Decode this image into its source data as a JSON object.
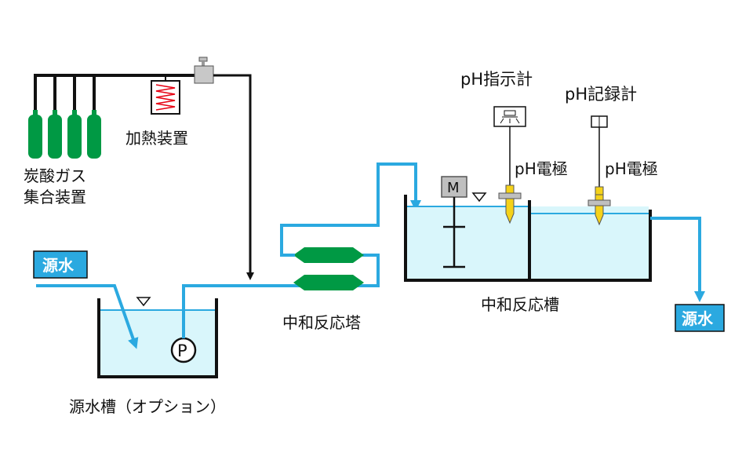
{
  "labels": {
    "co2_unit_line1": "炭酸ガス",
    "co2_unit_line2": "集合装置",
    "heater": "加熱装置",
    "source_water_in": "源水",
    "source_tank": "源水槽（オプション）",
    "pump_symbol": "P",
    "neutralizing_tower": "中和反応塔",
    "neutralizing_tank": "中和反応槽",
    "motor_symbol": "M",
    "ph_indicator": "pH指示計",
    "ph_recorder": "pH記録計",
    "ph_electrode_1": "pH電極",
    "ph_electrode_2": "pH電極",
    "water_out": "源水"
  },
  "colors": {
    "water_pipe": "#2ba9e0",
    "water_fill": "#d9f6fb",
    "gas_cylinder": "#009944",
    "tower_column": "#009944",
    "heater_coil": "#e60012",
    "electrode": "#f5d21a",
    "tag_fill": "#2ba9e0",
    "line": "#111111",
    "motor_fill": "#bfbfbf"
  }
}
